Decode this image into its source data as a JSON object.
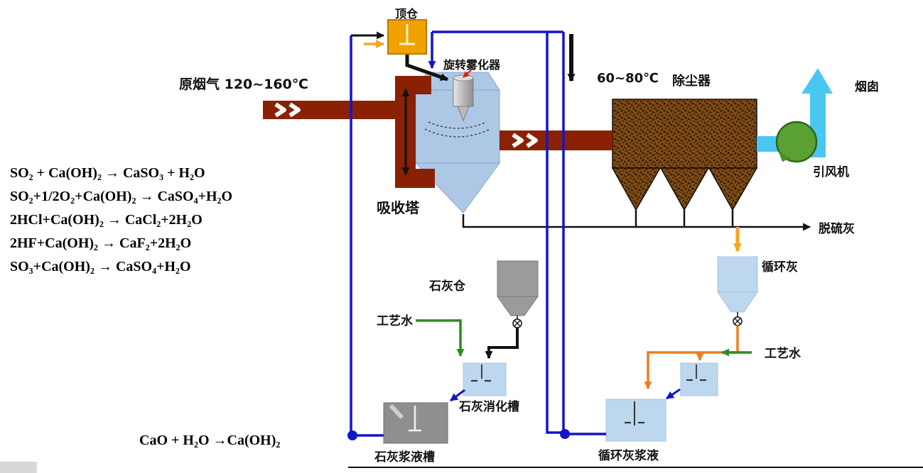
{
  "colors": {
    "duct_maroon": "#8B2104",
    "tower_blue": "#ADC8E5",
    "pipe_blue": "#1414C8",
    "cyan": "#49C7F2",
    "fan_green": "#5AA032",
    "orange": "#E87F1E",
    "ash_orange": "#F5A623",
    "gold": "#F0A202",
    "water_green": "#2E8B22",
    "tank_lightblue": "#BDD7EE",
    "tank_gray": "#8F8F8F",
    "silo_gray": "#9B9B9B",
    "collector_brown": "#7D4A15"
  },
  "labels": {
    "top_bin": "顶仓",
    "rotary_atomizer": "旋转雾化器",
    "raw_flue_gas": "原烟气  120~160℃",
    "absorber": "吸收塔",
    "collector_temp": "60~80℃",
    "dust_collector": "除尘器",
    "chimney": "烟囱",
    "id_fan": "引风机",
    "desulfurized_ash": "脱硫灰",
    "circulating_ash": "循环灰",
    "lime_silo": "石灰仓",
    "process_water_left": "工艺水",
    "process_water_right": "工艺水",
    "lime_slaker": "石灰消化槽",
    "lime_slurry_tank": "石灰浆液槽",
    "circulating_ash_slurry": "循环灰浆液"
  },
  "equations": [
    "SO₂ + Ca(OH)₂ → CaSO₃ + H₂O",
    "SO₂+1/2O₂+Ca(OH)₂ → CaSO₄+H₂O",
    "2HCl+Ca(OH)₂ → CaCl₂+2H₂O",
    "2HF+Ca(OH)₂ → CaF₂+2H₂O",
    "SO₃+Ca(OH)₂ → CaSO₄+H₂O"
  ],
  "hydration_equation": "CaO + H₂O →Ca(OH)₂"
}
